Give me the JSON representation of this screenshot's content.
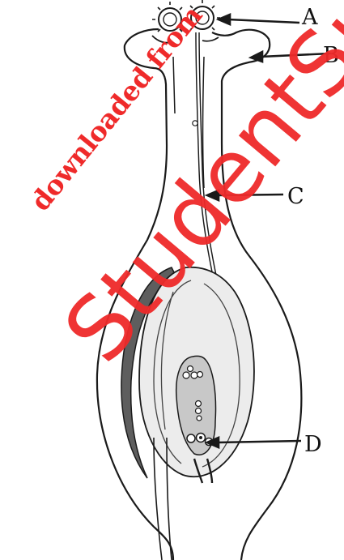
{
  "labels": {
    "a": "A",
    "b": "B",
    "c": "C",
    "d": "D"
  },
  "watermark": {
    "small": "downloaded from",
    "large": "StudentSu"
  },
  "colors": {
    "ink": "#1a1a1a",
    "watermark": "#ef2a2a",
    "shade": "#6e6e6e"
  }
}
